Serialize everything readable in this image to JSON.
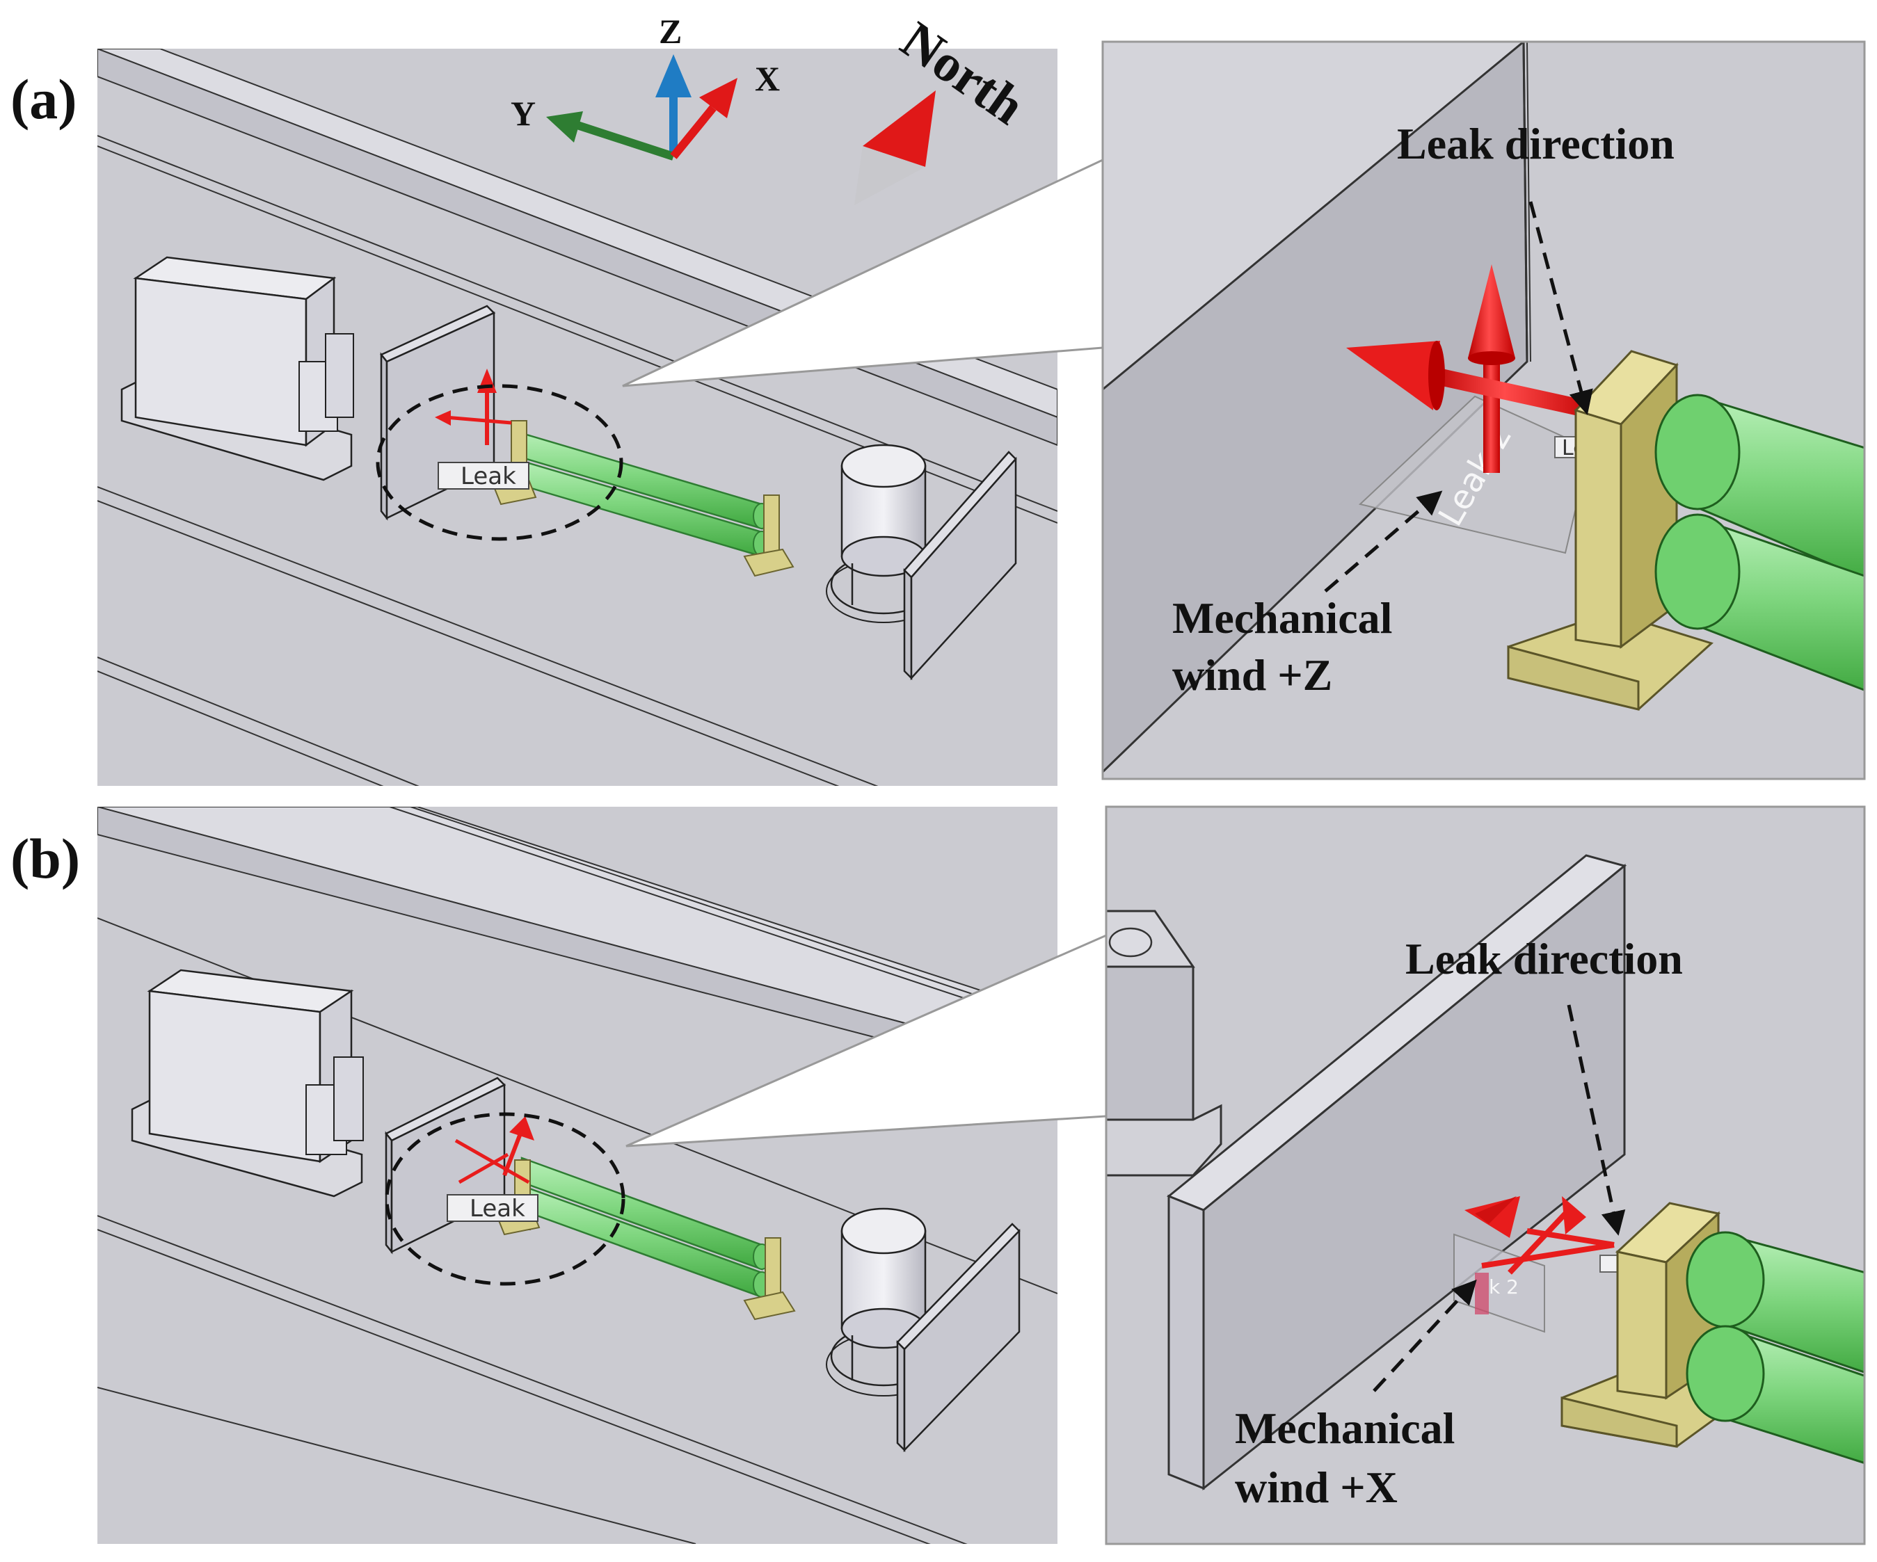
{
  "panels": [
    {
      "id": "a",
      "label": "(a)",
      "leak_tag": "Leak",
      "zoom_leak_tag": "Leak 2",
      "zoom_small_tag": "Le",
      "leak_direction_label": "Leak direction",
      "wind_label_line1": "Mechanical",
      "wind_label_line2": "wind +Z",
      "wind_direction": "+Z"
    },
    {
      "id": "b",
      "label": "(b)",
      "leak_tag": "Leak",
      "zoom_leak_tag": "k 2",
      "leak_direction_label": "Leak direction",
      "wind_label_line1": "Mechanical",
      "wind_label_line2": "wind +X",
      "wind_direction": "+X"
    }
  ],
  "axes": {
    "x_label": "X",
    "y_label": "Y",
    "z_label": "Z",
    "x_color": "#e01818",
    "y_color": "#2e7d32",
    "z_color": "#1f7cc4"
  },
  "compass": {
    "label": "North",
    "pointer_color": "#e01818",
    "tail_color": "#c8c8cc"
  },
  "colors": {
    "floor": "#cbcbd1",
    "wall": "#b9b9c1",
    "pipe": "#7fd67f",
    "pipe_dark": "#3fb43f",
    "support": "#d8d08a",
    "support_dark": "#b6ac5d",
    "arrow_red": "#e81c1c",
    "background": "#ffffff"
  }
}
